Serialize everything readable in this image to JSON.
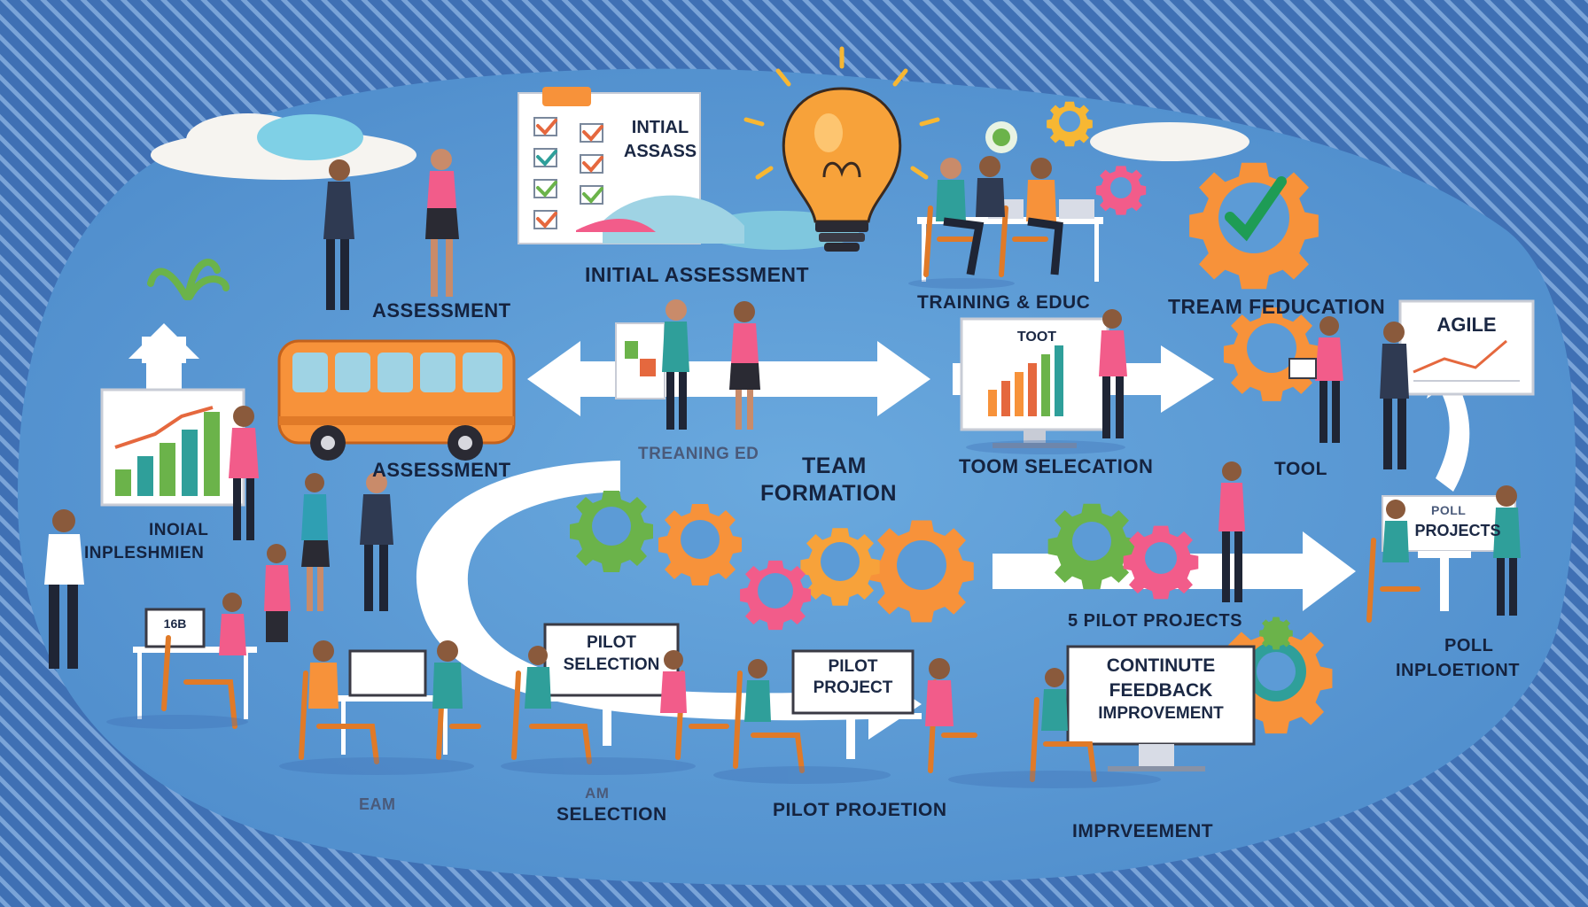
{
  "colors": {
    "background": "#4f86c6",
    "blob": "#5c9bd6",
    "orange": "#f7923a",
    "pink": "#f25c8a",
    "green": "#6bb34a",
    "teal": "#2f9f9a",
    "text": "#15233f"
  },
  "labels": {
    "initial_assessment": "INITIAL ASSESSMENT",
    "assessment_top": "ASSESSMENT",
    "assessment_mid": "ASSESSMENT",
    "training_educ": "TRAINING & EDUC",
    "team_education": "TREAM FEDUCATION",
    "treaning_ed": "TREANING ED",
    "team_formation_1": "TEAM",
    "team_formation_2": "FORMATION",
    "tool_selection": "TOOM SELECATION",
    "tool": "TOOL",
    "inicial_implementation_1": "INOIAL",
    "inicial_implementation_2": "INPLESHMIEN",
    "pilot_projects": "5 PILOT PROJECTS",
    "poll_projects": "POLL",
    "poll_implementation_1": "POLL",
    "poll_implementation_2": "INPLOETIONT",
    "eam": "EAM",
    "am_selection_1": "AM",
    "am_selection_2": "SELECTION",
    "pilot_projetion": "PILOT PROJETION",
    "improvement": "IMPRVEEMENT"
  },
  "boards": {
    "initial_assess_1": "INTIAL",
    "initial_assess_2": "ASSASS",
    "toot": "TOOT",
    "agile": "AGILE",
    "poll_projects_card": "PROJECTS",
    "pilot_selection_1": "PILOT",
    "pilot_selection_2": "SELECTION",
    "pilot_project_1": "PILOT",
    "pilot_project_2": "PROJECT",
    "continue_1": "CONTINUTE",
    "continue_2": "FEEDBACK",
    "continue_3": "IMPROVEMENT",
    "laptop_num": "16B"
  },
  "icons": [
    "lightbulb-icon",
    "checklist-icon",
    "gear-icon",
    "checkmark-gear-icon",
    "arrow-icon",
    "bus-icon",
    "chart-icon"
  ]
}
